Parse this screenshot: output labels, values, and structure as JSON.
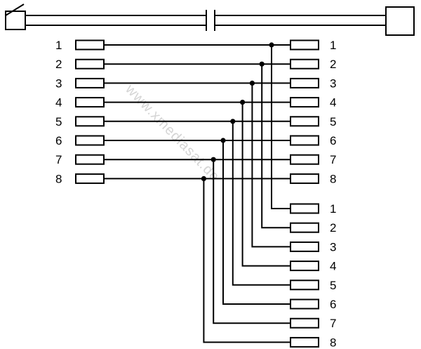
{
  "watermark": "www.xmediasat.de",
  "input_pins": [
    "1",
    "2",
    "3",
    "4",
    "5",
    "6",
    "7",
    "8"
  ],
  "output_a_pins": [
    "1",
    "2",
    "3",
    "4",
    "5",
    "6",
    "7",
    "8"
  ],
  "output_b_pins": [
    "1",
    "2",
    "3",
    "4",
    "5",
    "6",
    "7",
    "8"
  ],
  "colors": {
    "ink": "#000000",
    "watermark": "#d4d4d4",
    "background": "#ffffff"
  }
}
